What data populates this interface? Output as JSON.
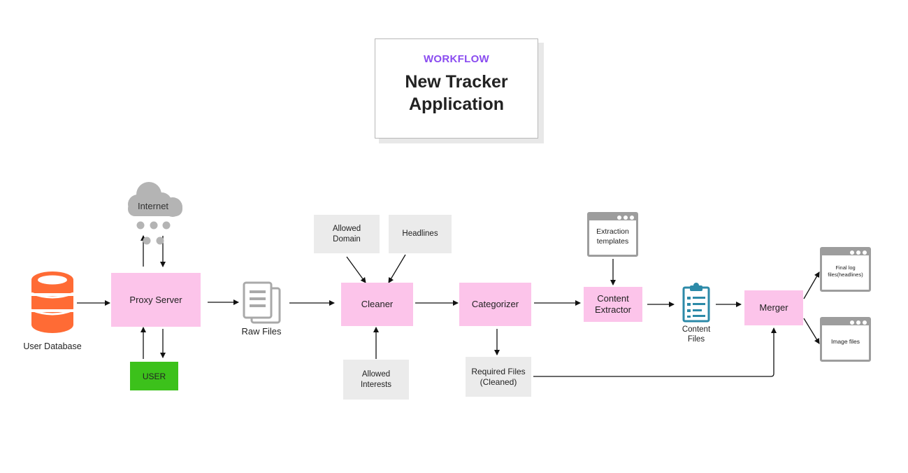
{
  "header": {
    "kicker": "WORKFLOW",
    "title": "New Tracker Application"
  },
  "nodes": {
    "internet": "Internet",
    "user_database": "User Database",
    "proxy_server": "Proxy Server",
    "user": "USER",
    "raw_files": "Raw Files",
    "allowed_domain": "Allowed Domain",
    "headlines": "Headlines",
    "cleaner": "Cleaner",
    "allowed_interests": "Allowed Interests",
    "categorizer": "Categorizer",
    "required_files": "Required Files (Cleaned)",
    "extraction_templates": "Extraction templates",
    "content_extractor": "Content Extractor",
    "content_files": "Content Files",
    "merger": "Merger",
    "final_log_files": "Final log files(headlines)",
    "image_files": "Image files"
  },
  "colors": {
    "process_node": "#fcc4ea",
    "input_node": "#ebebeb",
    "user_node": "#3cc11b",
    "database": "#ff6b35",
    "cloud": "#b4b4b4",
    "clipboard": "#2c8aa8",
    "kicker": "#8a4cf0"
  },
  "icons": {
    "database": "database-icon",
    "cloud": "cloud-icon",
    "documents": "documents-icon",
    "clipboard": "clipboard-icon",
    "window": "window-icon"
  }
}
